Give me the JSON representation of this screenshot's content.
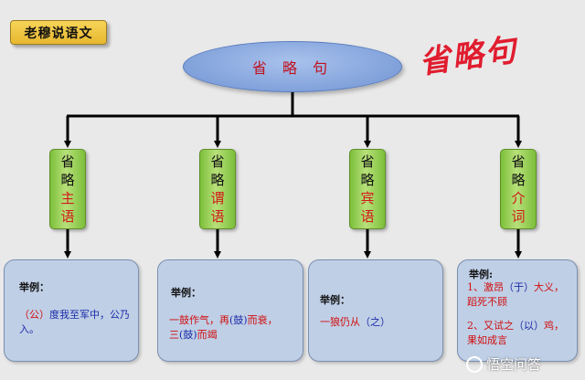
{
  "tag_label": "老穆说语文",
  "center_title": "省 略 句",
  "brush_title": "省略句",
  "branches": [
    {
      "c1": "省",
      "c2": "略",
      "c3": "主",
      "c4": "语"
    },
    {
      "c1": "省",
      "c2": "略",
      "c3": "谓",
      "c4": "语"
    },
    {
      "c1": "省",
      "c2": "略",
      "c3": "宾",
      "c4": "语"
    },
    {
      "c1": "省",
      "c2": "略",
      "c3": "介",
      "c4": "词"
    }
  ],
  "examples": {
    "label": "举例：",
    "label2": "举例:",
    "ex1": {
      "p1": "（公）",
      "p2": "度我至军中，公乃入。"
    },
    "ex2": {
      "a1": "一鼓作气，再",
      "a2": "(鼓)",
      "a3": "而衰，",
      "b1": "三",
      "b2": "(鼓)",
      "b3": "而竭"
    },
    "ex3": {
      "p1": "一狼仍从",
      "p2": "（之）"
    },
    "ex4": {
      "l1a": "1、激昂",
      "l1b": "（于）",
      "l1c": "大义，",
      "l1d": "蹈死不顾",
      "l2a": "2、又试之",
      "l2b": "（以）",
      "l2c": "鸡，",
      "l2d": "果如成言"
    }
  },
  "watermark": "悟空问答"
}
